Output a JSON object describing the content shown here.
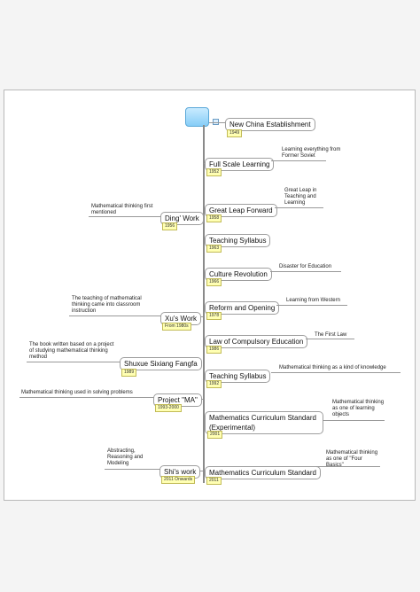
{
  "map": {
    "root": {
      "label": "",
      "icon": "note-icon"
    },
    "right": [
      {
        "label": "New China Establishment",
        "year": "1949",
        "note": ""
      },
      {
        "label": "Full Scale Learning",
        "year": "1952",
        "note": "Learning everything from Former Soviet"
      },
      {
        "label": "Great Leap Forward",
        "year": "1958",
        "note": "Great Leap in Teaching and Learning"
      },
      {
        "label": "Teaching Syllabus",
        "year": "1963",
        "note": ""
      },
      {
        "label": "Culture Revolution",
        "year": "1966",
        "note": "Disaster for Education"
      },
      {
        "label": "Reform and Opening",
        "year": "1978",
        "note": "Learning from Western"
      },
      {
        "label": "Law of Compulsory Education",
        "year": "1986",
        "note": "The First Law"
      },
      {
        "label": "Teaching Syllabus",
        "year": "1992",
        "note": "Mathematical thinking as a kind of knowledge"
      },
      {
        "label": "Mathematics Curriculum Standard (Experimental)",
        "year": "2001",
        "note": "Mathematical thinking as one of learning objects"
      },
      {
        "label": "Mathematics Curriculum Standard",
        "year": "2011",
        "note": "Mathematical thinking as one of \"Four Basics\""
      }
    ],
    "left": [
      {
        "label": "Ding' Work",
        "year": "1956",
        "note": "Mathematical thinking first mentioned"
      },
      {
        "label": "Xu's Work",
        "year": "From 1980s",
        "note": "The teaching of mathematical thinking came into classroom instruction"
      },
      {
        "label": "Shuxue Sixiang Fangfa",
        "year": "1989",
        "note": "The book written based on a project of studying mathematical thinking method"
      },
      {
        "label": "Project \"MA\"",
        "year": "1993-2000",
        "note": "Mathematical thinking used in solving problems"
      },
      {
        "label": "Shi's work",
        "year": "2011 Onwards",
        "note": "Abstracting, Reasoning and Modeling"
      }
    ]
  }
}
